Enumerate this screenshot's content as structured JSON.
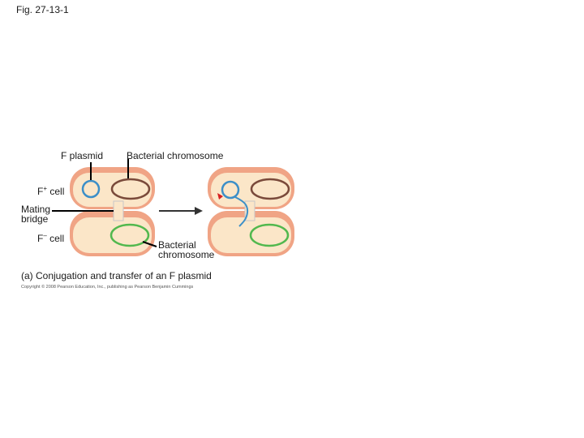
{
  "figure": {
    "fig_label": "Fig. 27-13-1",
    "caption": "(a) Conjugation and transfer of an F plasmid",
    "copyright": "Copyright © 2008 Pearson Education, Inc., publishing as Pearson Benjamin Cummings"
  },
  "labels": {
    "f_plasmid": "F plasmid",
    "bacterial_chromosome_top": "Bacterial chromosome",
    "f_plus_base": "F",
    "f_plus_sup": "+",
    "f_plus_cell": " cell",
    "mating_line1": "Mating",
    "mating_line2": "bridge",
    "f_minus_base": "F",
    "f_minus_sup": "–",
    "f_minus_cell": " cell",
    "bacterial_chromosome_bottom_line1": "Bacterial",
    "bacterial_chromosome_bottom_line2": "chromosome"
  },
  "colors": {
    "cell_outer": "#f0a485",
    "cell_fill": "#fbe6c8",
    "plasmid": "#3c8fc8",
    "donor_chromosome": "#7a4a3a",
    "recipient_chromosome": "#52b84e",
    "arrow": "#333333",
    "replication_arrow": "#d62020",
    "leader_line": "#000000"
  }
}
